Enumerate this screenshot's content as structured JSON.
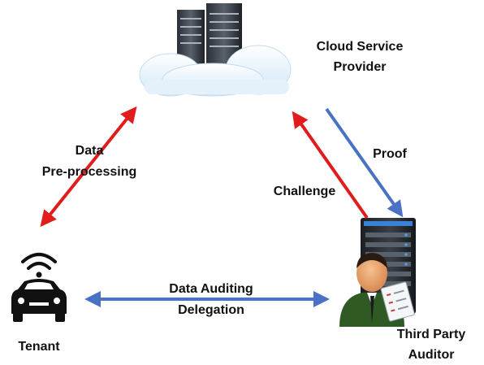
{
  "nodes": {
    "cloud": {
      "label_line1": "Cloud Service",
      "label_line2": "Provider",
      "icon": "cloud-server-icon"
    },
    "tenant": {
      "label": "Tenant",
      "icon": "connected-car-icon"
    },
    "auditor": {
      "label_line1": "Third Party",
      "label_line2": "Auditor",
      "icon": "auditor-server-icon"
    }
  },
  "edges": {
    "preprocessing": {
      "label_line1": "Data",
      "label_line2": "Pre-processing",
      "color": "#e01c1c",
      "direction": "bidirectional"
    },
    "proof": {
      "label": "Proof",
      "color": "#4a72c4",
      "direction": "cloud-to-auditor"
    },
    "challenge": {
      "label": "Challenge",
      "color": "#e01c1c",
      "direction": "auditor-to-cloud"
    },
    "delegation": {
      "label_line1": "Data Auditing",
      "label_line2": "Delegation",
      "color": "#4a72c4",
      "direction": "bidirectional"
    }
  }
}
